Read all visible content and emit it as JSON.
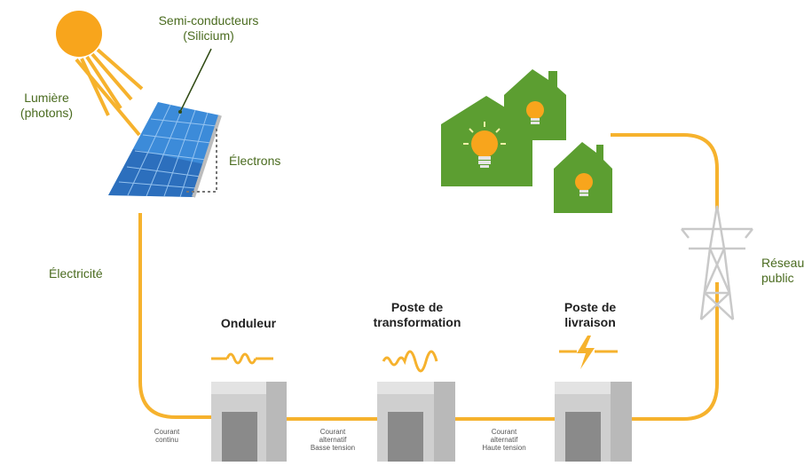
{
  "colors": {
    "sun": "#f8a51c",
    "wire": "#f6b22d",
    "text_green": "#4a6b1f",
    "house_green": "#5c9e31",
    "panel_blue": "#3c8bd9",
    "station_gray": "#cfcfcf"
  },
  "labels": {
    "semiconductors": "Semi-conducteurs\n(Silicium)",
    "light": "Lumière\n(photons)",
    "electrons": "Électrons",
    "electricity": "Électricité",
    "grid": "Réseau\npublic"
  },
  "stations": [
    {
      "title": "Onduleur",
      "icon": "wave-small-icon"
    },
    {
      "title": "Poste de\ntransformation",
      "icon": "wave-large-icon"
    },
    {
      "title": "Poste de\nlivraison",
      "icon": "lightning-icon"
    }
  ],
  "currents": [
    {
      "text": "Courant\ncontinu"
    },
    {
      "text": "Courant\nalternatif\nBasse tension"
    },
    {
      "text": "Courant\nalternatif\nHaute tension"
    }
  ],
  "icons": [
    "sun-icon",
    "solar-panel-icon",
    "house-icon",
    "light-bulb-icon",
    "pylon-icon"
  ]
}
